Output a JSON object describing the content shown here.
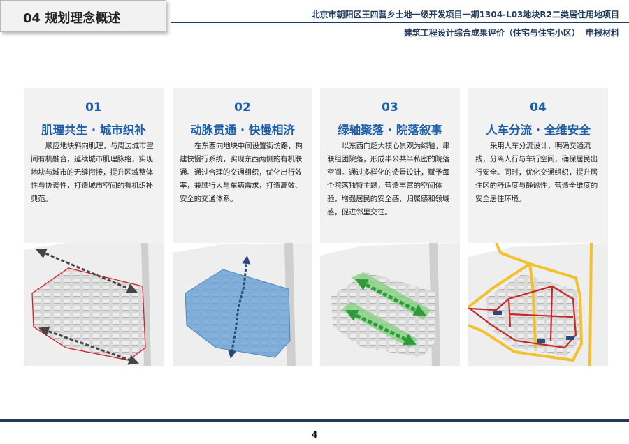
{
  "header": {
    "section_label": "04 规划理念概述",
    "project_title": "北京市朝阳区王四营乡土地一级开发项目一期1304-L03地块R2二类居住用地项目",
    "subtitle": "建筑工程设计综合成果评价（住宅与住宅小区） 申报材料"
  },
  "cards": [
    {
      "number": "01",
      "title": "肌理共生 · 城市织补",
      "description": "顺应地块斜向肌理，与周边城市空间有机融合，延续城市肌理脉络，实现地块与城市的无缝衔接，提升区域整体性与协调性，打造城市空间的有机织补典范。",
      "diagram": "texture-diagram"
    },
    {
      "number": "02",
      "title": "动脉贯通 · 快慢相济",
      "description": "在东西向地块中间设置街坊路，构建快慢行系统，实现东西两侧的有机联通。通过合理的交通组织，优化出行效率，兼顾行人与车辆需求，打造高效、安全的交通体系。",
      "diagram": "artery-diagram"
    },
    {
      "number": "03",
      "title": "绿轴聚落 · 院落叙事",
      "description": "以东西向超大核心景观为绿轴，串联组团院落，形成半公共半私密的院落空间。通过多样化的造景设计，赋予每个院落独特主题，营造丰富的空间体验，增强居民的安全感、归属感和领域感，促进邻里交往。",
      "diagram": "green-axis-diagram"
    },
    {
      "number": "04",
      "title": "人车分流 · 全维安全",
      "description": "采用人车分流设计，明确交通流线，分离人行与车行空间，确保居民出行安全。同时，优化交通组织，提升居住区的舒适度与静谧性，营造全维度的安全居住环境。",
      "diagram": "traffic-diagram"
    }
  ],
  "colors": {
    "brand_navy": "#1f3a5a",
    "accent_blue": "#1f5fa8",
    "card_bg": "#f2f2f2",
    "site_outline_red": "#d0202a",
    "district_blue": "#5b9bd5",
    "green_axis": "#4caf50",
    "road_yellow": "#f2c12e",
    "road_red": "#c62828"
  },
  "footer": {
    "page_number": "4"
  }
}
